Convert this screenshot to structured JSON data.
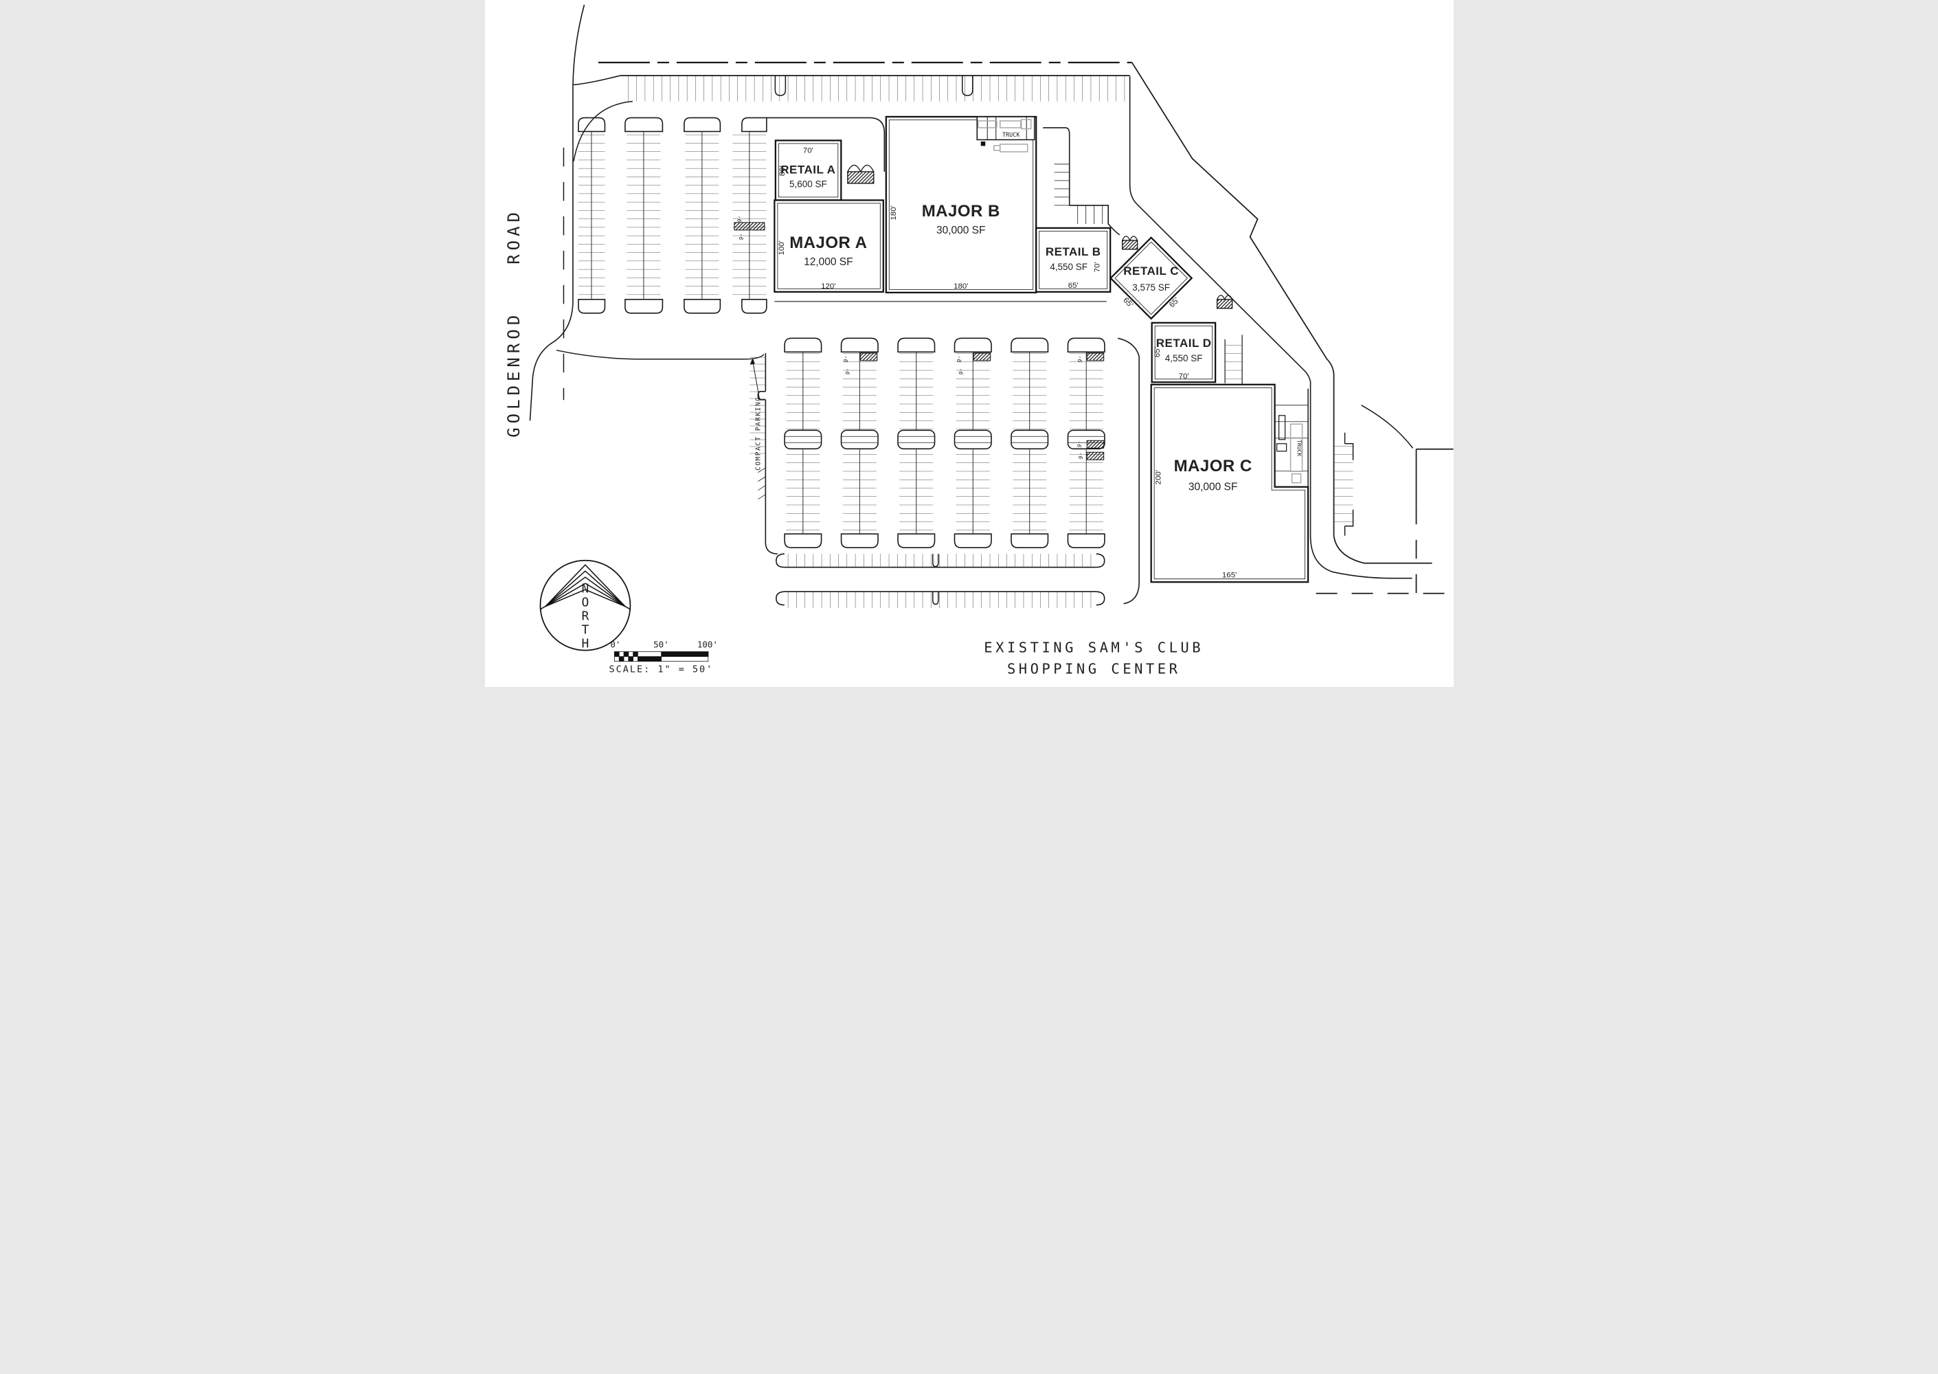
{
  "road": {
    "word1": "GOLDENROD",
    "word2": "ROAD"
  },
  "buildings": {
    "retail_a": {
      "name": "RETAIL A",
      "area": "5,600 SF",
      "dim_top": "70'",
      "dim_left": "80'"
    },
    "major_a": {
      "name": "MAJOR A",
      "area": "12,000 SF",
      "dim_left": "100'",
      "dim_bottom": "120'"
    },
    "major_b": {
      "name": "MAJOR B",
      "area": "30,000 SF",
      "dim_left": "180'",
      "dim_bottom": "180'"
    },
    "retail_b": {
      "name": "RETAIL B",
      "area": "4,550 SF",
      "dim_bottom": "65'",
      "dim_right": "70'"
    },
    "retail_c": {
      "name": "RETAIL C",
      "area": "3,575 SF",
      "dim_side_left": "65'",
      "dim_side_right": "65'"
    },
    "retail_d": {
      "name": "RETAIL D",
      "area": "4,550 SF",
      "dim_left": "65'",
      "dim_bottom": "70'"
    },
    "major_c": {
      "name": "MAJOR C",
      "area": "30,000 SF",
      "dim_left": "200'",
      "dim_bottom": "165'"
    }
  },
  "labels": {
    "truck": "TRUCK",
    "compact_parking": "COMPACT  PARKING",
    "stall_width": "9'"
  },
  "north": {
    "letters": [
      "N",
      "O",
      "R",
      "T",
      "H"
    ]
  },
  "scale_bar": {
    "tick0": "0'",
    "tick50": "50'",
    "tick100": "100'",
    "caption": "SCALE: 1\" = 50'"
  },
  "footer": {
    "line1": "EXISTING SAM'S CLUB",
    "line2": "SHOPPING CENTER"
  }
}
